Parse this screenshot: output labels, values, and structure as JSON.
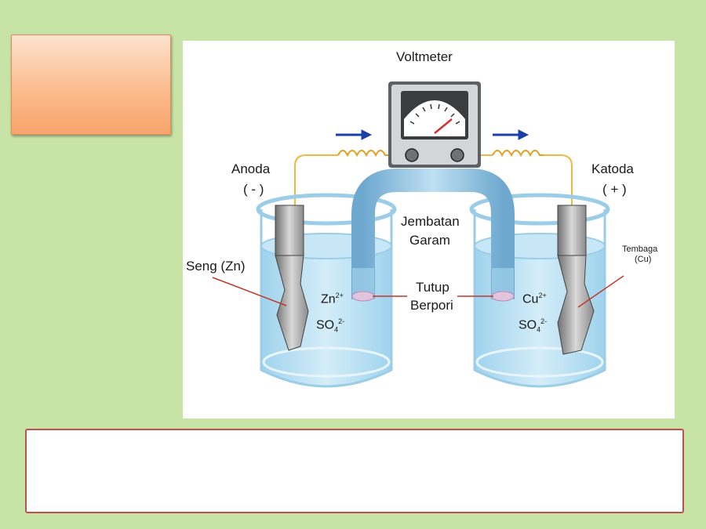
{
  "diagram": {
    "voltmeter": "Voltmeter",
    "anode": "Anoda",
    "anode_sign": "( - )",
    "cathode": "Katoda",
    "cathode_sign": "( + )",
    "salt_bridge_line1": "Jembatan",
    "salt_bridge_line2": "Garam",
    "porous_cap_line1": "Tutup",
    "porous_cap_line2": "Berpori",
    "zinc": "Seng (Zn)",
    "copper_line1": "Tembaga",
    "copper_line2": "(Cu)",
    "zn_ion": "Zn",
    "zn_charge": "2+",
    "cu_ion": "Cu",
    "cu_charge": "2+",
    "sulfate": "SO",
    "sulfate_sub": "4",
    "sulfate_charge": "2-",
    "colors": {
      "solution": "#a9d8ef",
      "glass": "#d6ecf7",
      "wire": "#f0b840",
      "arrow": "#1c3fa8",
      "label_line": "#c0392b"
    }
  },
  "caption": {
    "text": ""
  }
}
